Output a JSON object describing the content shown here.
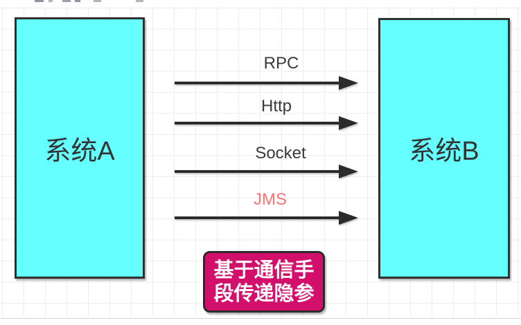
{
  "canvas": {
    "background": "#ffffff",
    "grid_color": "#ebedf0",
    "bottom_edge_color": "#c9d4e0"
  },
  "shapes": {
    "system_a": {
      "label": "系统A",
      "fill": "#66ffff",
      "border_color": "#2f2f2f",
      "text_color": "#333333"
    },
    "system_b": {
      "label": "系统B",
      "fill": "#66ffff",
      "border_color": "#2f2f2f",
      "text_color": "#333333"
    },
    "callout": {
      "lines": [
        "基于通信手",
        "段传递隐参"
      ],
      "fill": "#d20f6a",
      "border_color": "#2b2b2b",
      "text_color": "#ffffff"
    }
  },
  "arrows": [
    {
      "label": "RPC",
      "label_color": "#3a3a3a",
      "line_color": "#2b2b2b"
    },
    {
      "label": "Http",
      "label_color": "#3a3a3a",
      "line_color": "#2b2b2b"
    },
    {
      "label": "Socket",
      "label_color": "#3a3a3a",
      "line_color": "#2b2b2b"
    },
    {
      "label": "JMS",
      "label_color": "#fa7373",
      "line_color": "#2b2b2b"
    }
  ]
}
